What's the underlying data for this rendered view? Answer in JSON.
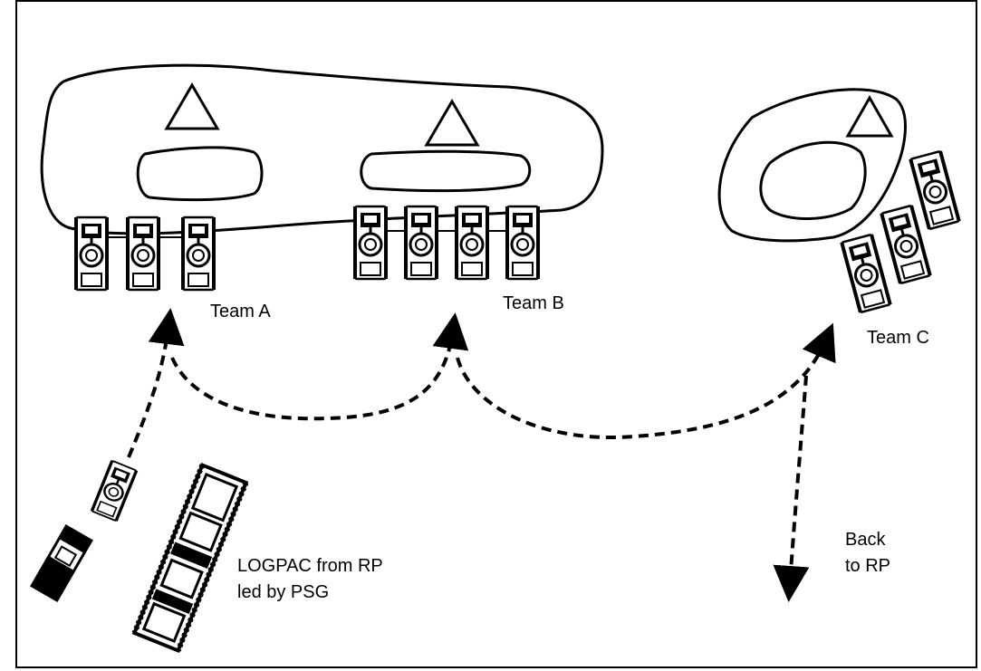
{
  "labels": {
    "team_a": "Team A",
    "team_b": "Team B",
    "team_c": "Team C",
    "logpac_line1": "LOGPAC from RP",
    "logpac_line2": "led by PSG",
    "back_line1": "Back",
    "back_line2": "to RP"
  },
  "colors": {
    "ink": "#000000",
    "background": "#ffffff"
  },
  "icons": {
    "position_marker": "triangle-icon",
    "vehicle": "truck-icon",
    "route": "dashed-arrow"
  }
}
